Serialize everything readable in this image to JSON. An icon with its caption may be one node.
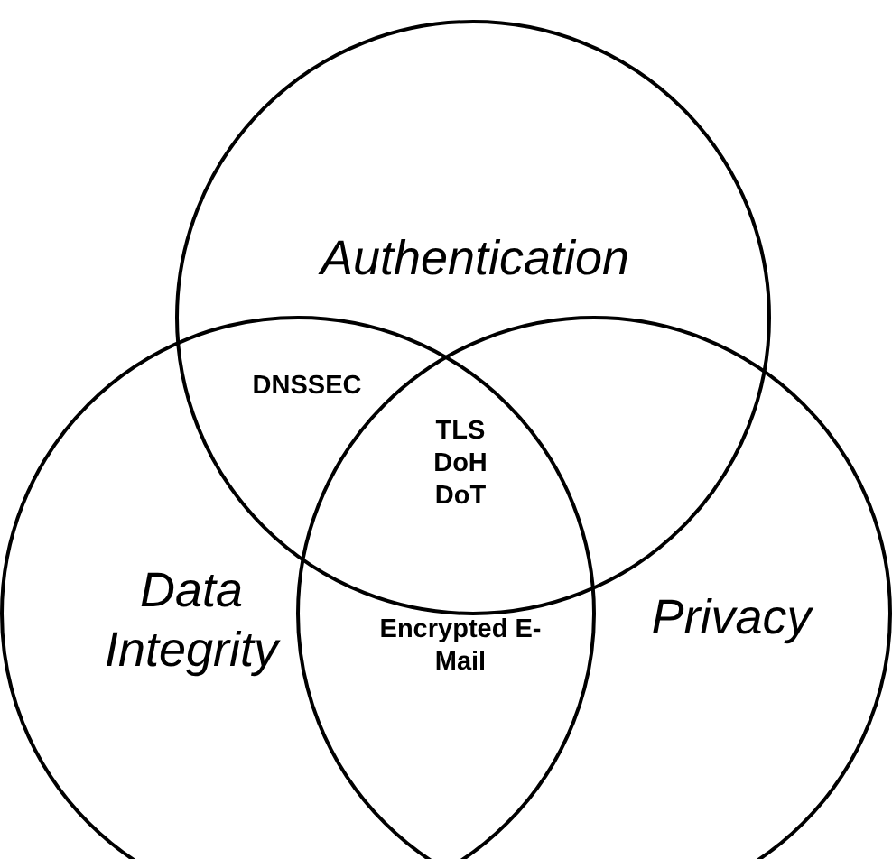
{
  "diagram": {
    "nodes": [
      {
        "text": [
          "Authentication"
        ]
      },
      {
        "text": [
          "Data Integrity"
        ]
      },
      {
        "text": [
          "Privacy"
        ]
      }
    ],
    "labels": [
      "DNSSEC",
      "TLS DoH DoT",
      "Encrypted E-Mail"
    ]
  }
}
